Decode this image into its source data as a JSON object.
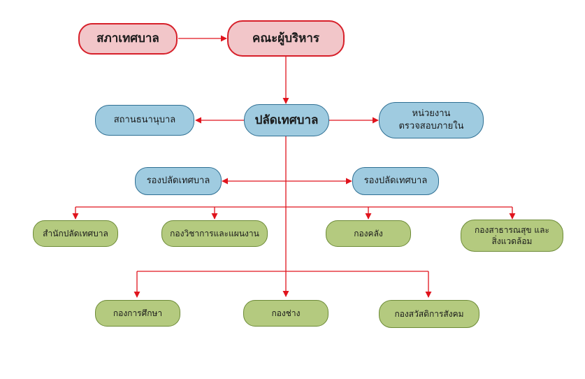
{
  "colors": {
    "top_fill": "#f2c6c9",
    "top_border": "#d7202a",
    "mid_fill": "#9fcbe0",
    "mid_border": "#2e6f93",
    "unit_fill": "#b4ca7f",
    "unit_border": "#6d8b37",
    "connector": "#e0141d"
  },
  "nodes": {
    "council": "สภาเทศบาล",
    "executive": "คณะผู้บริหาร",
    "clerk": "ปลัดเทศบาล",
    "nursery": "สถานธนานุบาล",
    "audit": "หน่วยงาน\nตรวจสอบภายใน",
    "deputy_left": "รองปลัดเทศบาล",
    "deputy_right": "รองปลัดเทศบาล",
    "office": "สำนักปลัดเทศบาล",
    "planning": "กองวิชาการและแผนงาน",
    "treasury": "กองคลัง",
    "health": "กองสาธารณสุข และ\nสิ่งแวดล้อม",
    "education": "กองการศึกษา",
    "engineering": "กองช่าง",
    "welfare": "กองสวัสดิการสังคม"
  }
}
